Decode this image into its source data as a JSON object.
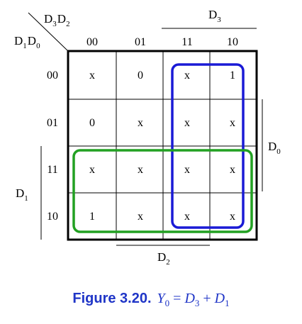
{
  "kmap": {
    "corner": {
      "top": {
        "a": "D",
        "a_sub": "3",
        "b": "D",
        "b_sub": "2"
      },
      "left": {
        "a": "D",
        "a_sub": "1",
        "b": "D",
        "b_sub": "0"
      }
    },
    "col_headers": [
      "00",
      "01",
      "11",
      "10"
    ],
    "row_headers": [
      "00",
      "01",
      "11",
      "10"
    ],
    "cells": [
      [
        "x",
        "0",
        "x",
        "1"
      ],
      [
        "0",
        "x",
        "x",
        "x"
      ],
      [
        "x",
        "x",
        "x",
        "x"
      ],
      [
        "1",
        "x",
        "x",
        "x"
      ]
    ],
    "spans": {
      "top": {
        "text": "D",
        "sub": "3"
      },
      "right": {
        "text": "D",
        "sub": "0"
      },
      "bottom": {
        "text": "D",
        "sub": "2"
      },
      "left": {
        "text": "D",
        "sub": "1"
      }
    },
    "group_colors": {
      "blue": "#1a1ad6",
      "green": "#22a122"
    }
  },
  "caption": {
    "label": "Figure 3.20.",
    "eq_lhs": "Y",
    "eq_lhs_sub": "0",
    "eq_eq": "=",
    "eq_t1": "D",
    "eq_t1_sub": "3",
    "eq_plus": "+",
    "eq_t2": "D",
    "eq_t2_sub": "1",
    "color": "#1f35c7"
  }
}
